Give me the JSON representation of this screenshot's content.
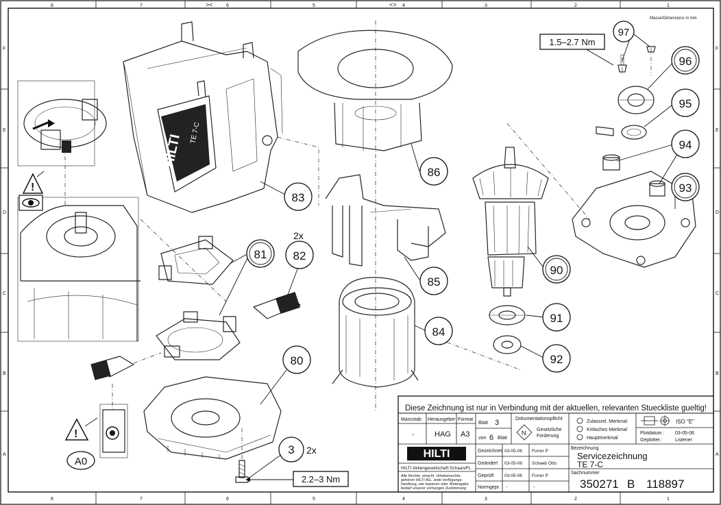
{
  "frame": {
    "columns": [
      "8",
      "7",
      "6",
      "5",
      "4",
      "3",
      "2",
      "1"
    ],
    "rows": [
      "F",
      "E",
      "D",
      "C",
      "B",
      "A"
    ],
    "dimensions_note": "Masse/Dimensions in mm"
  },
  "parts": {
    "p97": "97",
    "p96": "96",
    "p95": "95",
    "p94": "94",
    "p93": "93",
    "p86": "86",
    "p83": "83",
    "p85": "85",
    "p84": "84",
    "p90": "90",
    "p91": "91",
    "p92": "92",
    "p81": "81",
    "p82": "82",
    "p80": "80",
    "p3": "3",
    "a0": "A0",
    "qty_82": "2x",
    "qty_3": "2x"
  },
  "torques": {
    "top": "1.5–2.7 Nm",
    "bottom": "2.2–3 Nm"
  },
  "title_block": {
    "notice": "Diese Zeichnung ist nur in Verbindung mit der aktuellen, relevanten Stueckliste gueltig!",
    "massstab_label": "Massstab",
    "massstab_value": "-",
    "herausgeber_label": "Herausgeber",
    "herausgeber_value": "HAG",
    "format_label": "Format",
    "format_value": "A3",
    "blatt_label": "Blatt",
    "blatt_value": "3",
    "von_label": "von",
    "von_value": "6",
    "von_suffix": "Blatt",
    "dok_label": "Dokumentationspflicht",
    "n_symbol": "N",
    "gesetz_1": "Gesetzliche",
    "gesetz_2": "Forderung",
    "merkmal_1": "Zulassrel. Merkmal",
    "merkmal_2": "Kritisches Merkmal",
    "merkmal_3": "Hauptmerkmal",
    "iso": "ISO \"E\"",
    "plotdatum_label": "Plotdatum :",
    "plotdatum_value": "03-05-06",
    "geplottet_label": "Geplottet :",
    "geplottet_value": "Listener",
    "company": "HILTI Aktiengesellschaft Schaan/FL",
    "logo_text": "HILTI",
    "rights_1": "Alle Rechte, einschl. Urheberrechte,",
    "rights_2": "gehören HILTI AG. Jede Verfügungs-",
    "rights_3": "handlung, wie kopieren oder Weitergabe",
    "rights_4": "bedarf unserer vorherigen Zustimmung",
    "rows": [
      {
        "label": "Gezeichnet",
        "date": "03-05-06",
        "name": "Forrer P"
      },
      {
        "label": "Geändert",
        "date": "03-05-06",
        "name": "Schaeb Otto"
      },
      {
        "label": "Geprüft",
        "date": "03-05-06",
        "name": "Forrer P"
      },
      {
        "label": "Normgepr.",
        "date": "-",
        "name": "-"
      }
    ],
    "bezeichnung_label": "Bezeichnung",
    "bezeichnung_1": "Servicezeichnung",
    "bezeichnung_2": "TE 7-C",
    "sachnummer_label": "Sachnummer",
    "sachnummer_1": "350271",
    "sachnummer_2": "B",
    "sachnummer_3": "118897"
  }
}
